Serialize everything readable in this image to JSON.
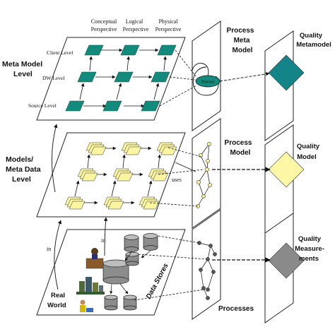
{
  "columns": {
    "conceptual": [
      "Conceptual",
      "Perspective"
    ],
    "logical": [
      "Logical",
      "Perspective"
    ],
    "physical": [
      "Physical",
      "Perspective"
    ]
  },
  "rows": {
    "client": "Client Level",
    "dw": "DW Level",
    "source": "Source Level"
  },
  "levels": {
    "meta_model": [
      "Meta Model",
      "Level"
    ],
    "models": [
      "Models/",
      "Meta Data",
      "Level"
    ],
    "real_world": [
      "Real",
      "World"
    ]
  },
  "process_planes": {
    "meta_model": [
      "Process",
      "Meta",
      "Model"
    ],
    "model": [
      "Process",
      "Model"
    ],
    "processes": "Processes",
    "process_node": "Process"
  },
  "quality_planes": {
    "metamodel": [
      "Quality",
      "Metamodel"
    ],
    "model": [
      "Quality",
      "Model"
    ],
    "measurements": [
      "Quality",
      "Measure-",
      "ments"
    ]
  },
  "edge_labels": {
    "uses": "uses",
    "in_lower": "in",
    "in_upper": "in",
    "data_stores": "Data Stores"
  },
  "colors": {
    "metamodel_node": "#128a7c",
    "model_node": "#fbf4a0",
    "quality_metamodel": "#138589",
    "quality_model": "#fdf7a6",
    "quality_measurements": "#8a8a8a",
    "process_ellipse": "#128a7c"
  }
}
